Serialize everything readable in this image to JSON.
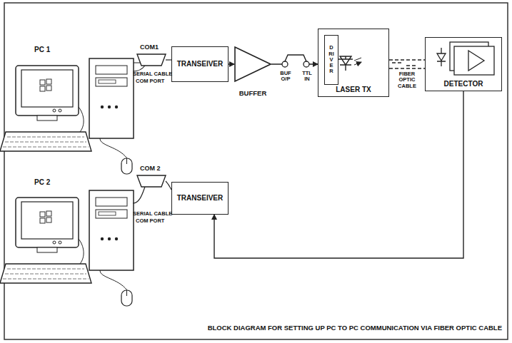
{
  "diagram": {
    "caption": "BLOCK DIAGRAM FOR SETTING UP PC TO PC COMMUNICATION VIA FIBER OPTIC CABLE",
    "nodes": [
      {
        "text": [
          "TRANSEIVER"
        ]
      },
      {
        "text": [
          "BUFFER"
        ]
      },
      {
        "text": [
          "LASER TX"
        ]
      },
      {
        "text": [
          "DRIVER"
        ],
        "in": 2
      },
      {
        "text": [
          "DETECTOR"
        ]
      },
      {
        "text": [
          "TRANSEIVER"
        ]
      }
    ],
    "edges": [
      {
        "from": 0,
        "to": 1,
        "arrow": "to"
      },
      {
        "from": 1,
        "to": 2,
        "arrow": "to"
      },
      {
        "from": 2,
        "to": 4,
        "label": "FIBER OPTIC CABLE",
        "arrow": "none"
      },
      {
        "from": 4,
        "to": 5,
        "arrow": "to"
      }
    ],
    "labels": [
      "PC 1",
      "COM1",
      "SERIAL CABLE",
      "COM PORT",
      "BUF O/P",
      "TTL IN",
      "PC 2",
      "COM 2",
      "SERIAL CABLE",
      "COM PORT"
    ]
  }
}
